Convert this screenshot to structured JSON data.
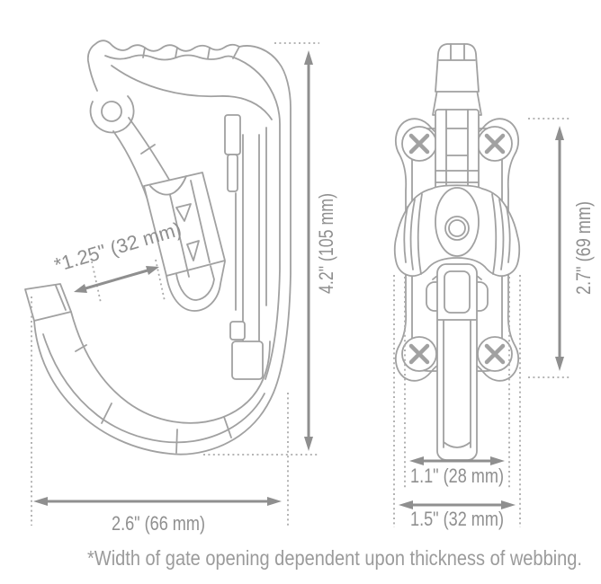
{
  "diagram": {
    "background": "#ffffff",
    "line_color": "#a1a1a1",
    "dimension_color": "#8f8f8f",
    "text_color": "#8f8f8f"
  },
  "dimensions": {
    "overall_height": "4.2\" (105 mm)",
    "gate_opening": "*1.25\" (32 mm)",
    "overall_width": "2.6\" (66 mm)",
    "body_height": "2.7\" (69 mm)",
    "strap_width": "1.1\" (28 mm)",
    "body_width": "1.5\" (32 mm)"
  },
  "footnote": "*Width of gate opening dependent upon thickness of webbing."
}
